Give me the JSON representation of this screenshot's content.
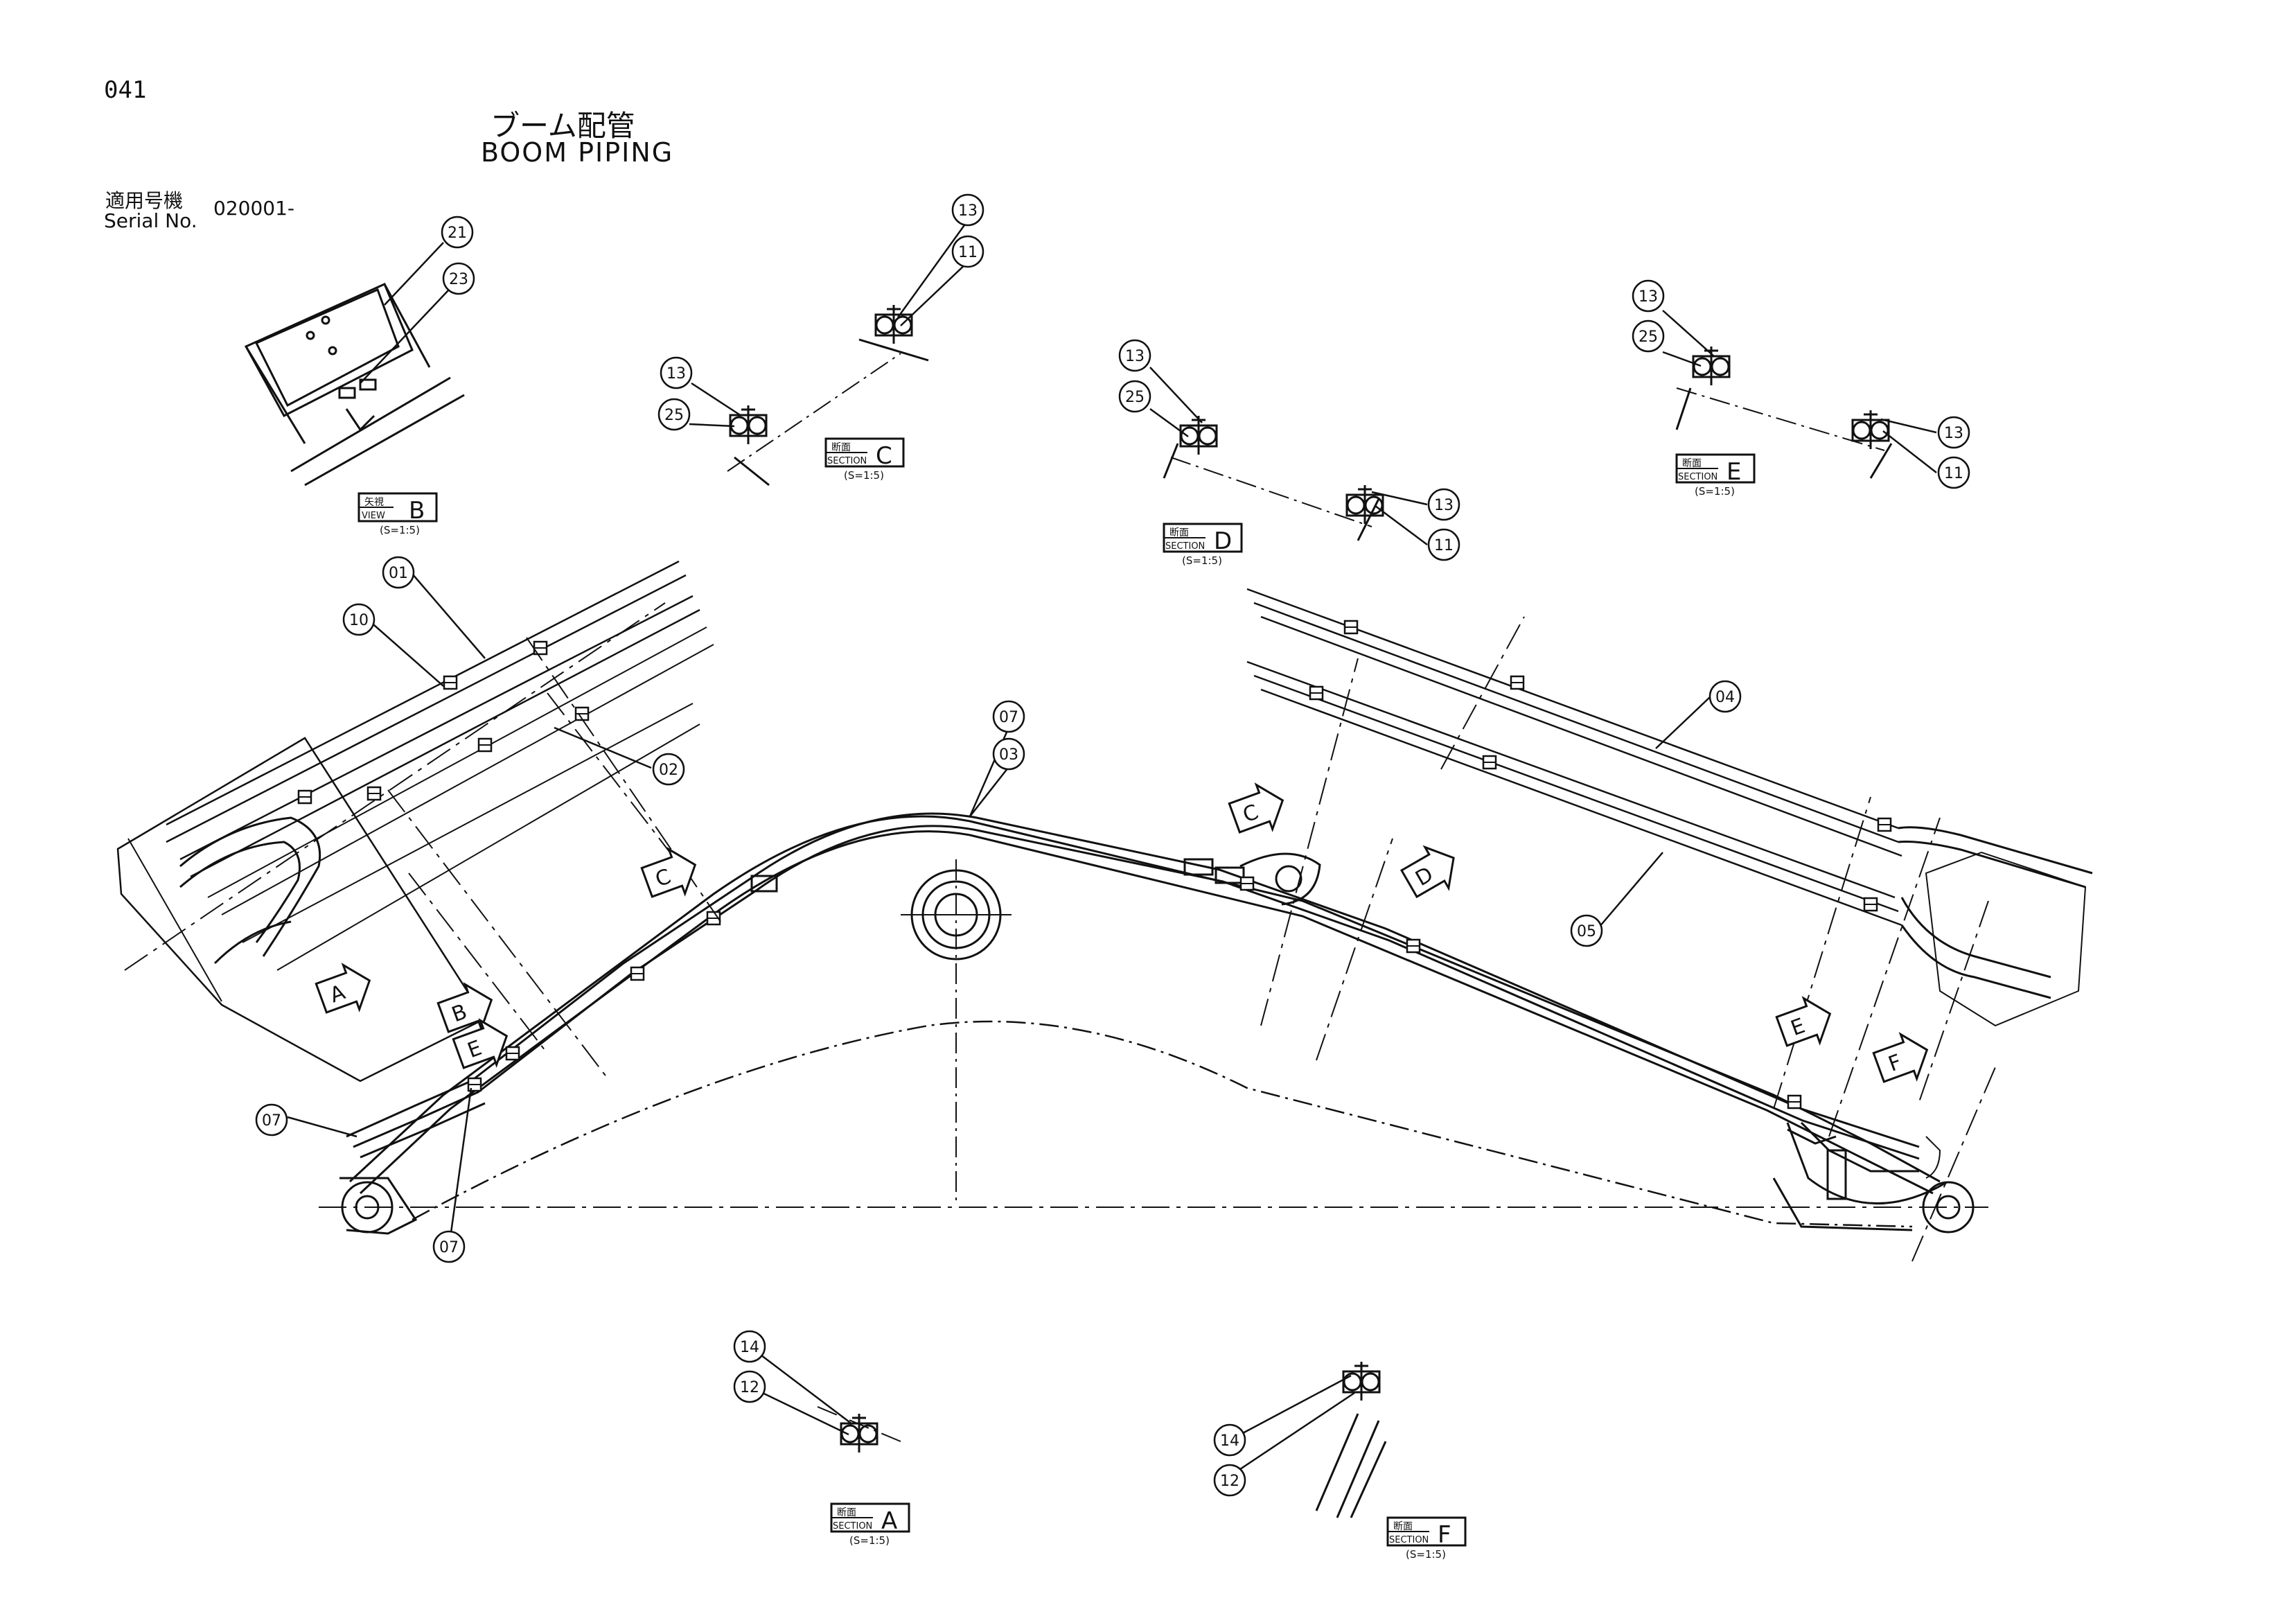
{
  "header": {
    "page_number": "041",
    "title_jp": "ブーム配管",
    "title_en": "BOOM PIPING",
    "serial_label_jp": "適用号機",
    "serial_label_en": "Serial No.",
    "serial_value": "020001-"
  },
  "views": [
    {
      "kind_jp": "矢視",
      "kind_en": "VIEW",
      "letter": "B",
      "scale": "(S=1:5)"
    },
    {
      "kind_jp": "断面",
      "kind_en": "SECTION",
      "letter": "C",
      "scale": "(S=1:5)"
    },
    {
      "kind_jp": "断面",
      "kind_en": "SECTION",
      "letter": "D",
      "scale": "(S=1:5)"
    },
    {
      "kind_jp": "断面",
      "kind_en": "SECTION",
      "letter": "E",
      "scale": "(S=1:5)"
    },
    {
      "kind_jp": "断面",
      "kind_en": "SECTION",
      "letter": "A",
      "scale": "(S=1:5)"
    },
    {
      "kind_jp": "断面",
      "kind_en": "SECTION",
      "letter": "F",
      "scale": "(S=1:5)"
    }
  ],
  "callouts": [
    "21",
    "23",
    "13",
    "11",
    "13",
    "25",
    "13",
    "25",
    "13",
    "11",
    "13",
    "25",
    "13",
    "11",
    "01",
    "10",
    "02",
    "07",
    "03",
    "04",
    "05",
    "07",
    "07",
    "14",
    "12",
    "14",
    "12"
  ],
  "view_arrows": [
    "C",
    "D",
    "E",
    "A",
    "C",
    "B",
    "E",
    "F"
  ]
}
